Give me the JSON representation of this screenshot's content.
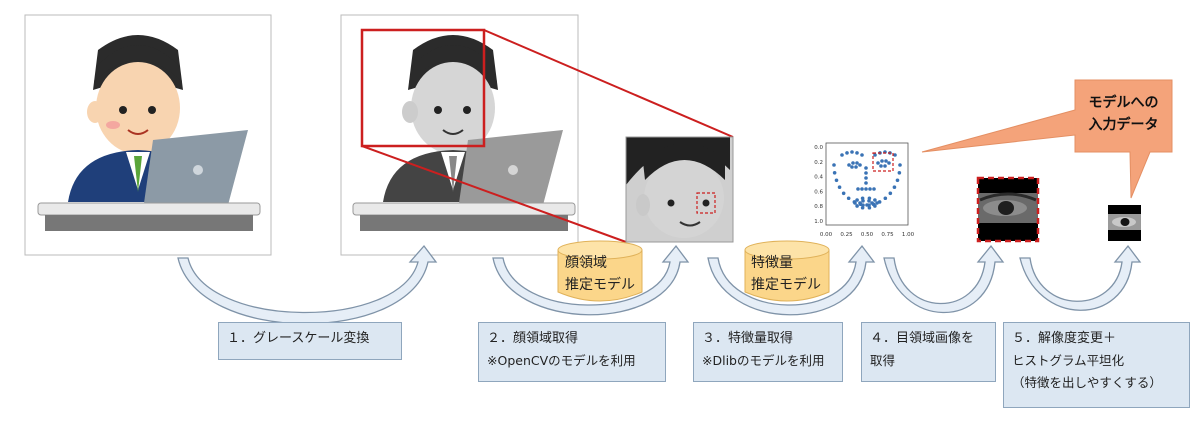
{
  "steps": [
    {
      "line1": "１．グレースケール変換"
    },
    {
      "line1": "２．顔領域取得",
      "line2": "※OpenCVのモデルを利用"
    },
    {
      "line1": "３．特徴量取得",
      "line2": "※Dlibのモデルを利用"
    },
    {
      "line1": "４．目領域画像を",
      "line2": "取得"
    },
    {
      "line1": "５．解像度変更＋",
      "line2": "ヒストグラム平坦化",
      "line3": "（特徴を出しやすくする）"
    }
  ],
  "models": [
    {
      "line1": "顔領域",
      "line2": "推定モデル"
    },
    {
      "line1": "特徴量",
      "line2": "推定モデル"
    }
  ],
  "callout": {
    "line1": "モデルへの",
    "line2": "入力データ"
  },
  "landmark_plot": {
    "x_ticks": [
      "0.00",
      "0.25",
      "0.50",
      "0.75",
      "1.00"
    ],
    "y_ticks": [
      "0.0",
      "0.2",
      "0.4",
      "0.6",
      "0.8",
      "1.0"
    ]
  },
  "colors": {
    "accent_red": "#cc1f1f",
    "step_box": "#dce7f2",
    "cylinder": "#fbd68a",
    "callout": "#f4a37a",
    "landmark_dot": "#3a73b5"
  }
}
